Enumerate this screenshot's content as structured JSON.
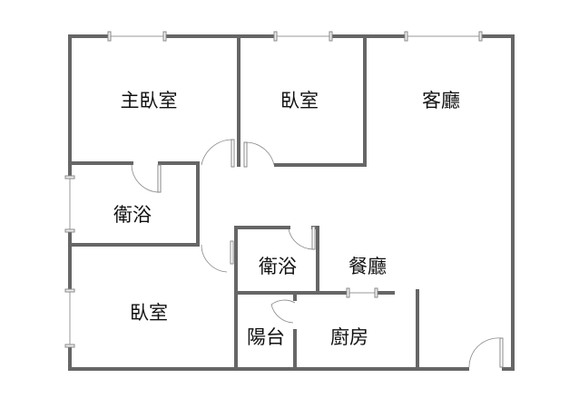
{
  "rooms": {
    "master_bedroom": "主臥室",
    "bedroom_top": "臥室",
    "living_room": "客廳",
    "bathroom_left": "衛浴",
    "bathroom_center": "衛浴",
    "dining_room": "餐廳",
    "bedroom_bottom": "臥室",
    "balcony": "陽台",
    "kitchen": "廚房"
  },
  "colors": {
    "wall": "#666666",
    "window": "#999999"
  }
}
